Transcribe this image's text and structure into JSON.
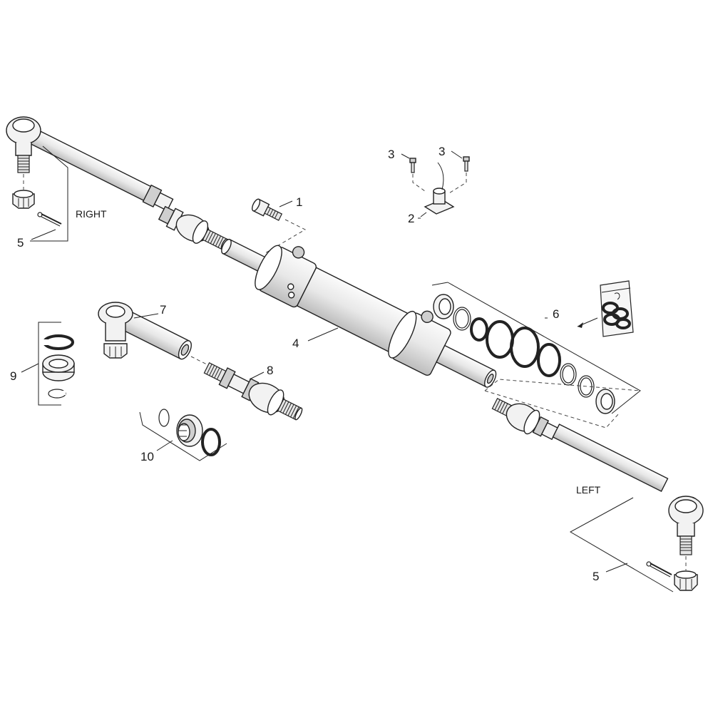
{
  "diagram": {
    "callouts": [
      {
        "id": "c1",
        "text": "1"
      },
      {
        "id": "c2",
        "text": "2"
      },
      {
        "id": "c3a",
        "text": "3"
      },
      {
        "id": "c3b",
        "text": "3"
      },
      {
        "id": "c4",
        "text": "4"
      },
      {
        "id": "c5a",
        "text": "5"
      },
      {
        "id": "c5b",
        "text": "5"
      },
      {
        "id": "c6",
        "text": "6"
      },
      {
        "id": "c7",
        "text": "7"
      },
      {
        "id": "c8",
        "text": "8"
      },
      {
        "id": "c9",
        "text": "9"
      },
      {
        "id": "c10",
        "text": "10"
      }
    ],
    "side_labels": {
      "right": "RIGHT",
      "left": "LEFT"
    }
  }
}
